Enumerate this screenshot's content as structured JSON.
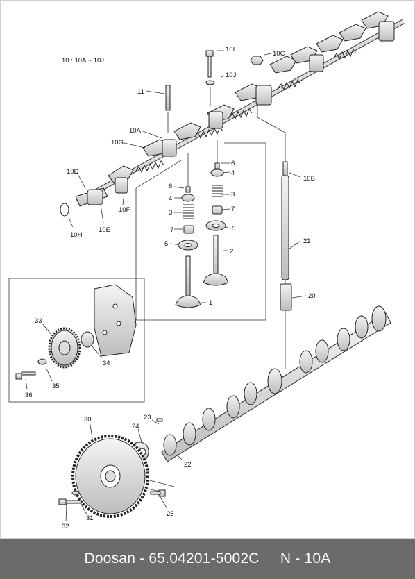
{
  "diagram": {
    "note": "10 : 10A ~ 10J",
    "callouts": {
      "p1": "1",
      "p2": "2",
      "p3a": "3",
      "p3b": "3",
      "p4a": "4",
      "p4b": "4",
      "p5a": "5",
      "p5b": "5",
      "p6a": "6",
      "p6b": "6",
      "p7a": "7",
      "p7b": "7",
      "p10A": "10A",
      "p10B": "10B",
      "p10C": "10C",
      "p10D": "10D",
      "p10E": "10E",
      "p10F": "10F",
      "p10G": "10G",
      "p10H": "10H",
      "p10I": "10I",
      "p10J": "10J",
      "p11": "11",
      "p20": "20",
      "p21": "21",
      "p22": "22",
      "p23": "23",
      "p24": "24",
      "p25": "25",
      "p30": "30",
      "p31": "31",
      "p32": "32",
      "p33": "33",
      "p34": "34",
      "p35": "35",
      "p36": "36"
    }
  },
  "footer": {
    "brand": "Doosan",
    "separator": " - ",
    "part_number": "65.04201-5002C",
    "gap": "     ",
    "page_ref": "N - 10A"
  },
  "colors": {
    "footer_bg": "#6b6b6b",
    "footer_text": "#ffffff",
    "line": "#222222",
    "part_fill": "#e6e6e6"
  }
}
